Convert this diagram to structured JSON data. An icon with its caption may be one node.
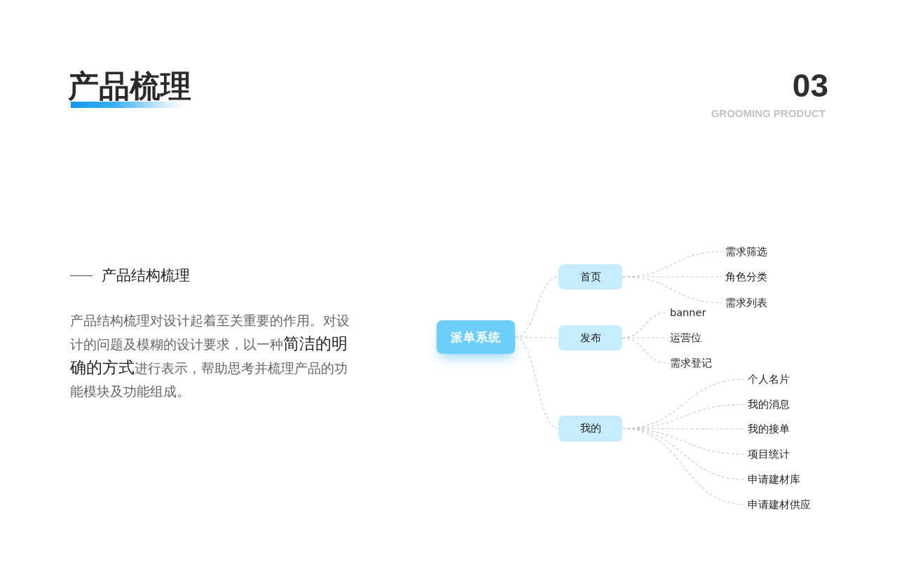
{
  "diagram": {
    "title": "产品梳理",
    "nodes": [
      {
        "text": [
          "派单系统"
        ]
      },
      {
        "text": [
          "首页"
        ]
      },
      {
        "text": [
          "发布"
        ]
      },
      {
        "text": [
          "我的"
        ]
      },
      {
        "text": [
          "需求筛选"
        ]
      },
      {
        "text": [
          "角色分类"
        ]
      },
      {
        "text": [
          "需求列表"
        ]
      },
      {
        "text": [
          "banner"
        ]
      },
      {
        "text": [
          "运营位"
        ]
      },
      {
        "text": [
          "需求登记"
        ]
      },
      {
        "text": [
          "个人名片"
        ]
      },
      {
        "text": [
          "我的消息"
        ]
      },
      {
        "text": [
          "我的接单"
        ]
      },
      {
        "text": [
          "项目统计"
        ]
      },
      {
        "text": [
          "申请建材库"
        ]
      },
      {
        "text": [
          "申请建材供应"
        ]
      }
    ],
    "edges": [
      {
        "from": 0,
        "to": 1,
        "arrow": "none",
        "style": "dashed"
      },
      {
        "from": 0,
        "to": 2,
        "arrow": "none",
        "style": "dashed"
      },
      {
        "from": 0,
        "to": 3,
        "arrow": "none",
        "style": "dashed"
      },
      {
        "from": 1,
        "to": 4,
        "arrow": "none",
        "style": "dashed"
      },
      {
        "from": 1,
        "to": 5,
        "arrow": "none",
        "style": "dashed"
      },
      {
        "from": 1,
        "to": 6,
        "arrow": "none",
        "style": "dashed"
      },
      {
        "from": 2,
        "to": 7,
        "arrow": "none",
        "style": "dashed"
      },
      {
        "from": 2,
        "to": 8,
        "arrow": "none",
        "style": "dashed"
      },
      {
        "from": 2,
        "to": 9,
        "arrow": "none",
        "style": "dashed"
      },
      {
        "from": 3,
        "to": 10,
        "arrow": "none",
        "style": "dashed"
      },
      {
        "from": 3,
        "to": 11,
        "arrow": "none",
        "style": "dashed"
      },
      {
        "from": 3,
        "to": 12,
        "arrow": "none",
        "style": "dashed"
      },
      {
        "from": 3,
        "to": 13,
        "arrow": "none",
        "style": "dashed"
      },
      {
        "from": 3,
        "to": 14,
        "arrow": "none",
        "style": "dashed"
      },
      {
        "from": 3,
        "to": 15,
        "arrow": "none",
        "style": "dashed"
      }
    ],
    "labels": [
      "03",
      "GROOMING PRODUCT",
      "产品结构梳理",
      "产品结构梳理对设计起着至关重要的作用。对设计的问题及模糊的设计要求，以一种**简洁的明确的方式**进行表示，帮助思考并梳理产品的功能模块及功能组成。"
    ]
  }
}
